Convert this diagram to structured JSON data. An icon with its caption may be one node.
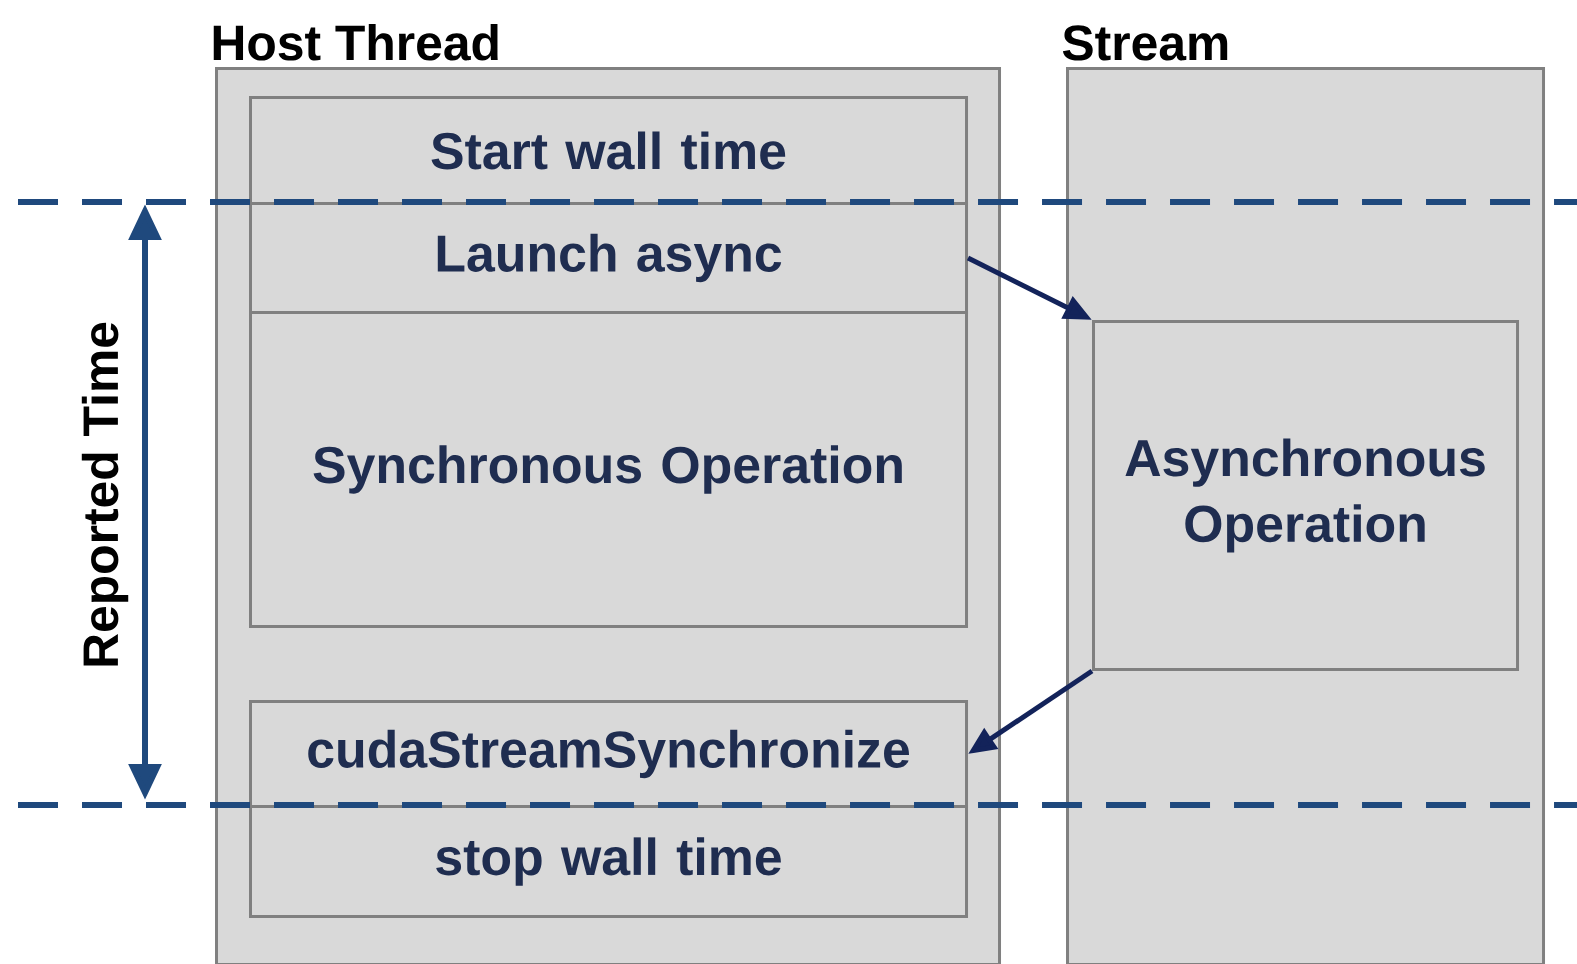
{
  "diagram": {
    "nodes": [
      {
        "text": [
          "Host Thread"
        ]
      },
      {
        "text": [
          "Start wall time"
        ],
        "in": 0
      },
      {
        "text": [
          "Launch async"
        ],
        "in": 0
      },
      {
        "text": [
          "Synchronous Operation"
        ],
        "in": 0
      },
      {
        "text": [
          "cudaStreamSynchronize"
        ],
        "in": 0
      },
      {
        "text": [
          "stop wall time"
        ],
        "in": 0
      },
      {
        "text": [
          "Stream"
        ]
      },
      {
        "text": [
          "Asynchronous Operation"
        ],
        "in": 6
      }
    ],
    "edges": [
      {
        "from": 2,
        "to": 7,
        "arrow": "to"
      },
      {
        "from": 7,
        "to": 4,
        "arrow": "to"
      }
    ],
    "labels": [
      "Reported Time"
    ]
  }
}
